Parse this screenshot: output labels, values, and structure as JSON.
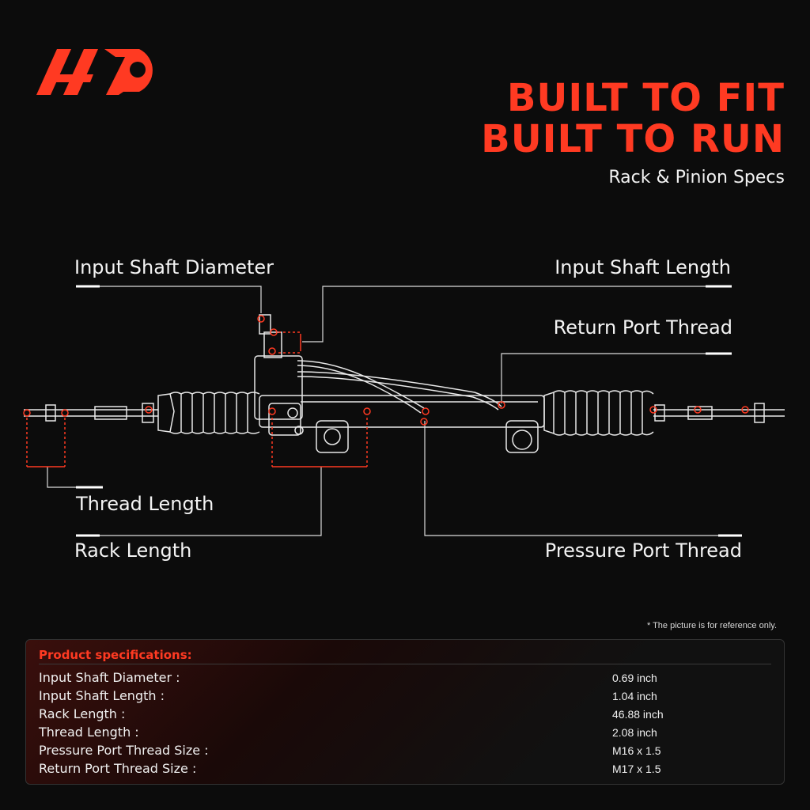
{
  "brand": {
    "accent": "#ff3a22",
    "logo_name": "A-Premium logo"
  },
  "headline": {
    "line1": "BUILT TO FIT",
    "line2": "BUILT TO RUN"
  },
  "subtitle": "Rack & Pinion Specs",
  "callouts": {
    "input_shaft_diameter": "Input Shaft Diameter",
    "input_shaft_length": "Input Shaft Length",
    "return_port_thread": "Return Port Thread",
    "thread_length": "Thread Length",
    "rack_length": "Rack Length",
    "pressure_port_thread": "Pressure Port Thread"
  },
  "note": "* The picture is for reference only.",
  "specs": {
    "title": "Product specifications:",
    "rows": [
      {
        "name": "Input Shaft Diameter :",
        "value": "0.69 inch"
      },
      {
        "name": "Input Shaft Length :",
        "value": "1.04 inch"
      },
      {
        "name": "Rack Length :",
        "value": "46.88 inch"
      },
      {
        "name": "Thread Length :",
        "value": "2.08 inch"
      },
      {
        "name": "Pressure Port Thread Size :",
        "value": "M16 x 1.5"
      },
      {
        "name": "Return Port Thread Size :",
        "value": "M17 x 1.5"
      }
    ]
  }
}
